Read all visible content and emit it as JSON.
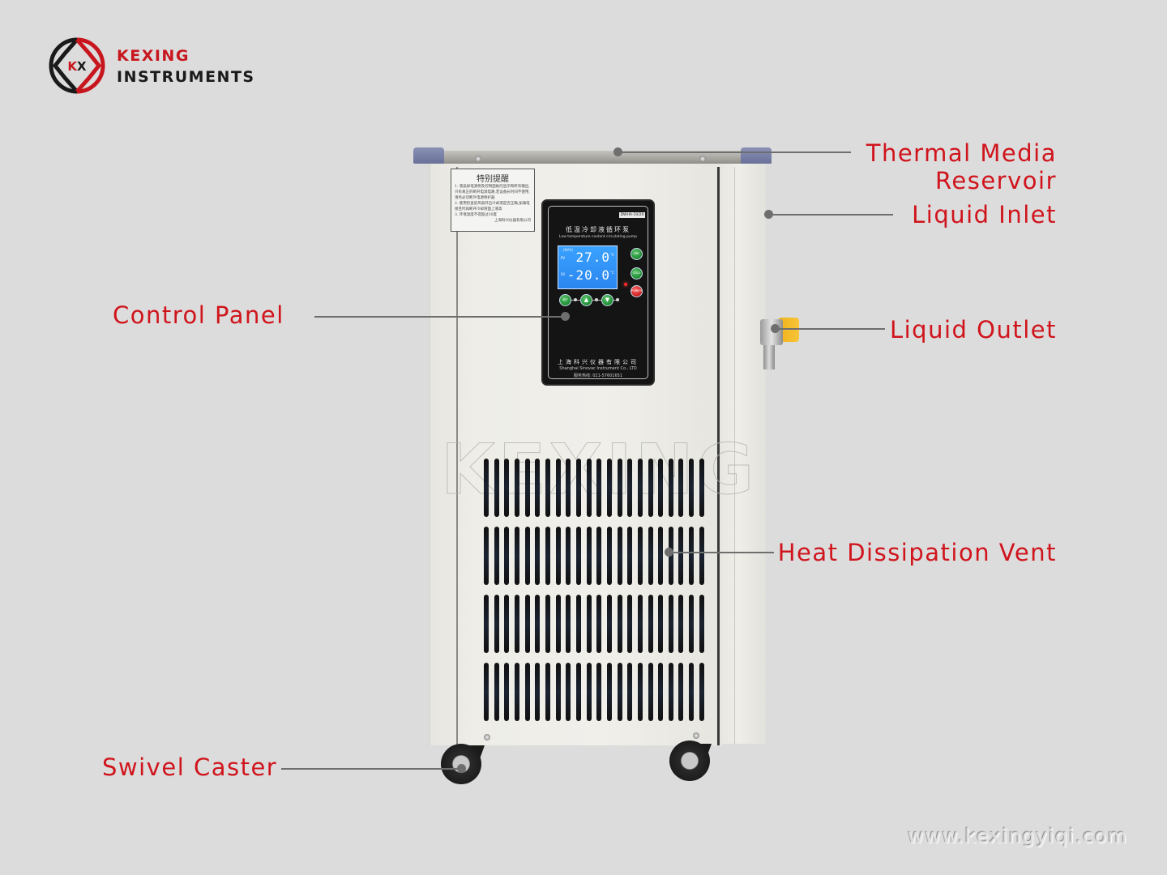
{
  "brand": {
    "logo_icon": "kx-logo-icon",
    "logo_monogram": "KX",
    "line1": "KEXING",
    "line2": "INSTRUMENTS",
    "colors": {
      "red": "#c8161e",
      "black": "#1a1a1a"
    }
  },
  "callouts": [
    {
      "id": "thermal-media-reservoir",
      "lines": [
        "Thermal Media",
        "Reservoir"
      ],
      "side": "right"
    },
    {
      "id": "liquid-inlet",
      "lines": [
        "Liquid Inlet"
      ],
      "side": "right"
    },
    {
      "id": "control-panel",
      "lines": [
        "Control Panel"
      ],
      "side": "left"
    },
    {
      "id": "liquid-outlet",
      "lines": [
        "Liquid Outlet"
      ],
      "side": "right"
    },
    {
      "id": "heat-dissipation-vent",
      "lines": [
        "Heat Dissipation Vent"
      ],
      "side": "right"
    },
    {
      "id": "swivel-caster",
      "lines": [
        "Swivel Caster"
      ],
      "side": "left"
    }
  ],
  "colors": {
    "background": "#dcdcdc",
    "label_red": "#d0141c",
    "leader_gray": "#6e6e6e",
    "lcd_blue": "#2a86f0",
    "button_green": "#1f8c34",
    "button_red": "#c81e1e",
    "valve_yellow": "#f0b21a"
  },
  "notice": {
    "title": "特别提醒",
    "lines": [
      "1. 液晶屏电源侧及控制面板的显示和所有输出,",
      "只有真正的断开电源电路,若设备长时间不使用,",
      "请务必切断外电源保护器",
      "2. 使用检查前风扇开启冷却液是否正确,加满电",
      "接且时再断开冷却液面上液高",
      "3. 环境温度不得超过30度",
      "上海科兴仪器有限公司"
    ]
  },
  "control_panel": {
    "model": "DWHA-10/20",
    "title_cn": "低温冷却液循环泵",
    "title_en": "Low temperature coolant circulating pump",
    "lcd": {
      "unit": "(MAX)",
      "pv_label": "PV",
      "pv_value": "27.0",
      "sv_label": "SV",
      "sv_value": "-20.0",
      "deg": "°C"
    },
    "buttons": [
      {
        "name": "set",
        "label": "SET",
        "icon": "set-button"
      },
      {
        "name": "up",
        "label": "▲",
        "icon": "up-arrow-icon"
      },
      {
        "name": "down",
        "label": "▼",
        "icon": "down-arrow-icon"
      },
      {
        "name": "circ",
        "label": "CIRC",
        "icon": "circulation-button"
      },
      {
        "name": "cold",
        "label": "COLD",
        "icon": "cooling-button"
      },
      {
        "name": "power",
        "label": "POWER",
        "icon": "power-button"
      }
    ],
    "company_cn": "上海科兴仪器有限公司",
    "company_en": "Shanghai Sinovac Instrument Co., LTD",
    "tel": "服务热线: 021-57601651"
  },
  "watermark": "KEXING",
  "vents": {
    "blocks": 4,
    "slots_per_block": 22
  },
  "website": "www.kexingyiqi.com"
}
